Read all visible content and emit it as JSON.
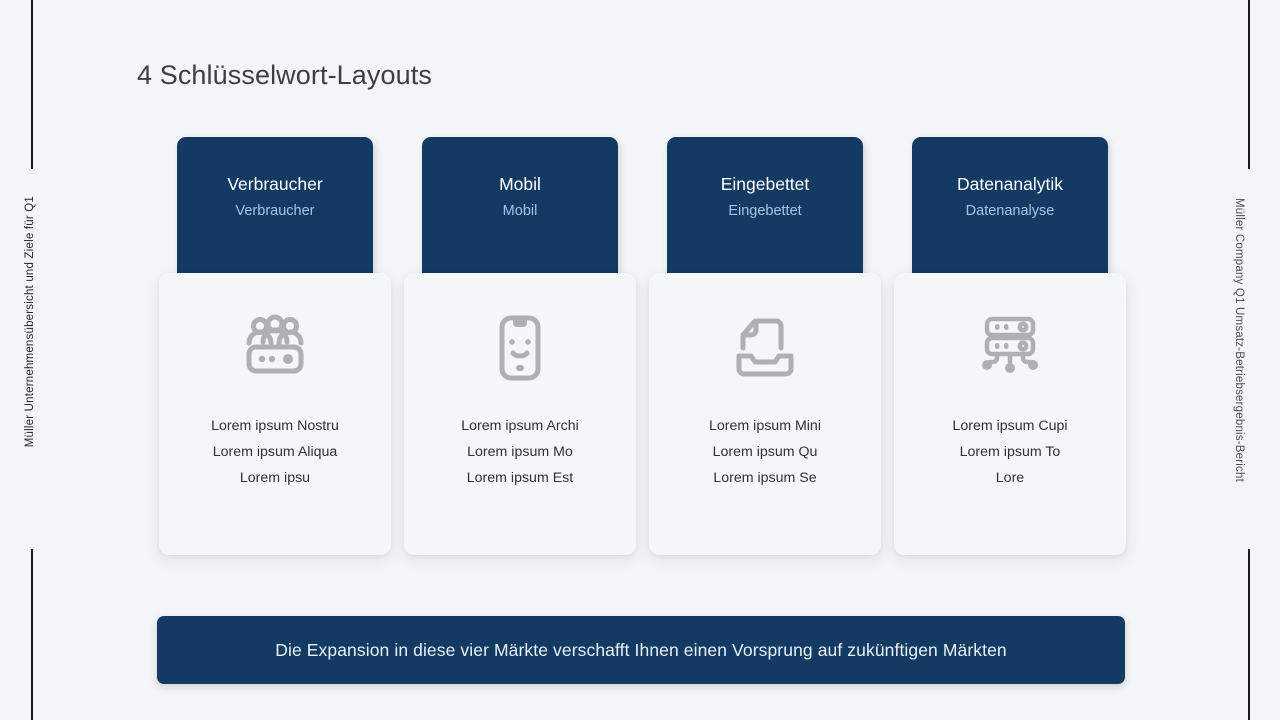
{
  "slide": {
    "title": "4 Schlüsselwort-Layouts",
    "background_color": "#f4f5f6",
    "accent_color": "#133a63",
    "subtitle_color": "#a8c4e2"
  },
  "side_captions": {
    "left": "Müller Unternehmensübersicht und Ziele für Q1",
    "right": "Müller Company Q1 Umsatz-Betriebsergebnis-Bericht"
  },
  "cards": [
    {
      "title": "Verbraucher",
      "subtitle": "Verbraucher",
      "icon": "people-group-icon",
      "lines": [
        "Lorem ipsum Nostru",
        "Lorem ipsum Aliqua",
        "Lorem ipsu"
      ]
    },
    {
      "title": "Mobil",
      "subtitle": "Mobil",
      "icon": "mobile-phone-icon",
      "lines": [
        "Lorem ipsum Archi",
        "Lorem ipsum Mo",
        "Lorem ipsum Est"
      ]
    },
    {
      "title": "Eingebettet",
      "subtitle": "Eingebettet",
      "icon": "document-tray-icon",
      "lines": [
        "Lorem ipsum Mini",
        "Lorem ipsum Qu",
        "Lorem ipsum Se"
      ]
    },
    {
      "title": "Datenanalytik",
      "subtitle": "Datenanalyse",
      "icon": "server-network-icon",
      "lines": [
        "Lorem ipsum Cupi",
        "Lorem ipsum To",
        "Lore"
      ]
    }
  ],
  "banner": {
    "text": "Die Expansion in diese vier Märkte verschafft Ihnen einen Vorsprung auf zukünftigen Märkten"
  }
}
